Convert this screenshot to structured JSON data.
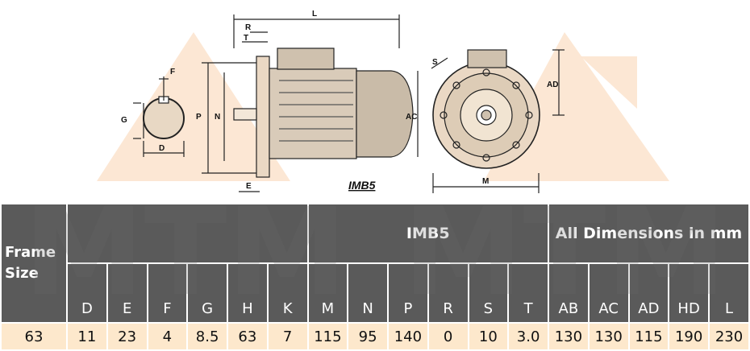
{
  "drawing": {
    "label_L": "L",
    "label_R": "R",
    "label_T": "T",
    "label_F": "F",
    "label_G": "G",
    "label_D": "D",
    "label_P": "P",
    "label_N": "N",
    "label_AC": "AC",
    "label_E": "E",
    "label_S": "S",
    "label_AD": "AD",
    "label_M": "M",
    "caption": "IMB5"
  },
  "watermark": {
    "text": "MTM",
    "color": "#f6d5b5"
  },
  "table": {
    "frame_size": "Frame Size",
    "mount_type": "IMB5",
    "note": "All Dimensions in mm",
    "columns": [
      "D",
      "E",
      "F",
      "G",
      "H",
      "K",
      "M",
      "N",
      "P",
      "R",
      "S",
      "T",
      "AB",
      "AC",
      "AD",
      "HD",
      "L"
    ],
    "row": {
      "frame": "63",
      "values": [
        "11",
        "23",
        "4",
        "8.5",
        "63",
        "7",
        "115",
        "95",
        "140",
        "0",
        "10",
        "3.0",
        "130",
        "130",
        "115",
        "190",
        "230"
      ]
    }
  },
  "colors": {
    "header_bg": "#5a5a5a",
    "row_bg": "#fde8cc",
    "accent": "#f0a868"
  }
}
